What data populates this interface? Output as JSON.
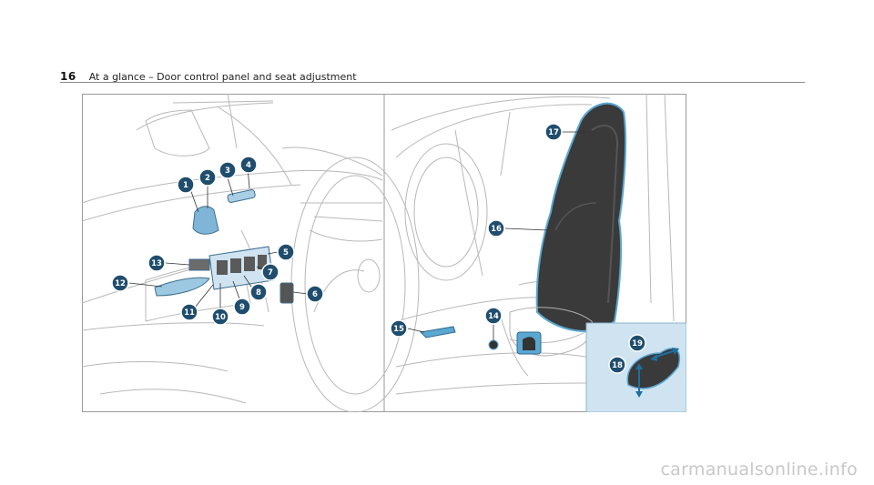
{
  "header": {
    "page_number": "16",
    "title": "At a glance – Door control panel and seat adjustment"
  },
  "figure": {
    "callouts": [
      "1",
      "2",
      "3",
      "4",
      "5",
      "6",
      "7",
      "8",
      "9",
      "10",
      "11",
      "12",
      "13",
      "14",
      "15",
      "16",
      "17",
      "18",
      "19"
    ]
  },
  "footer": {
    "watermark": "carmanualsonline.info"
  },
  "colors": {
    "accent_blue": "#5aa7d2",
    "light_blue_panel": "#cfe3f0",
    "line_gray": "#b5b5b5",
    "border_gray": "#9a9a9a"
  }
}
